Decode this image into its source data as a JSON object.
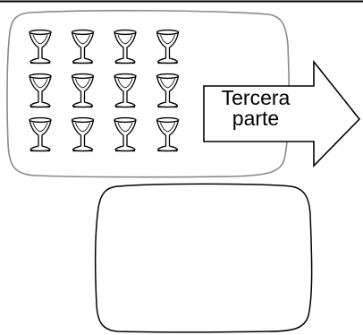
{
  "arrow": {
    "line1": "Tercera",
    "line2": "parte"
  },
  "glasses": {
    "rows": 3,
    "cols": 4,
    "icon": "wine-glass-icon"
  },
  "colors": {
    "stroke": "#000000",
    "frame": "#888888",
    "background": "#ffffff"
  }
}
